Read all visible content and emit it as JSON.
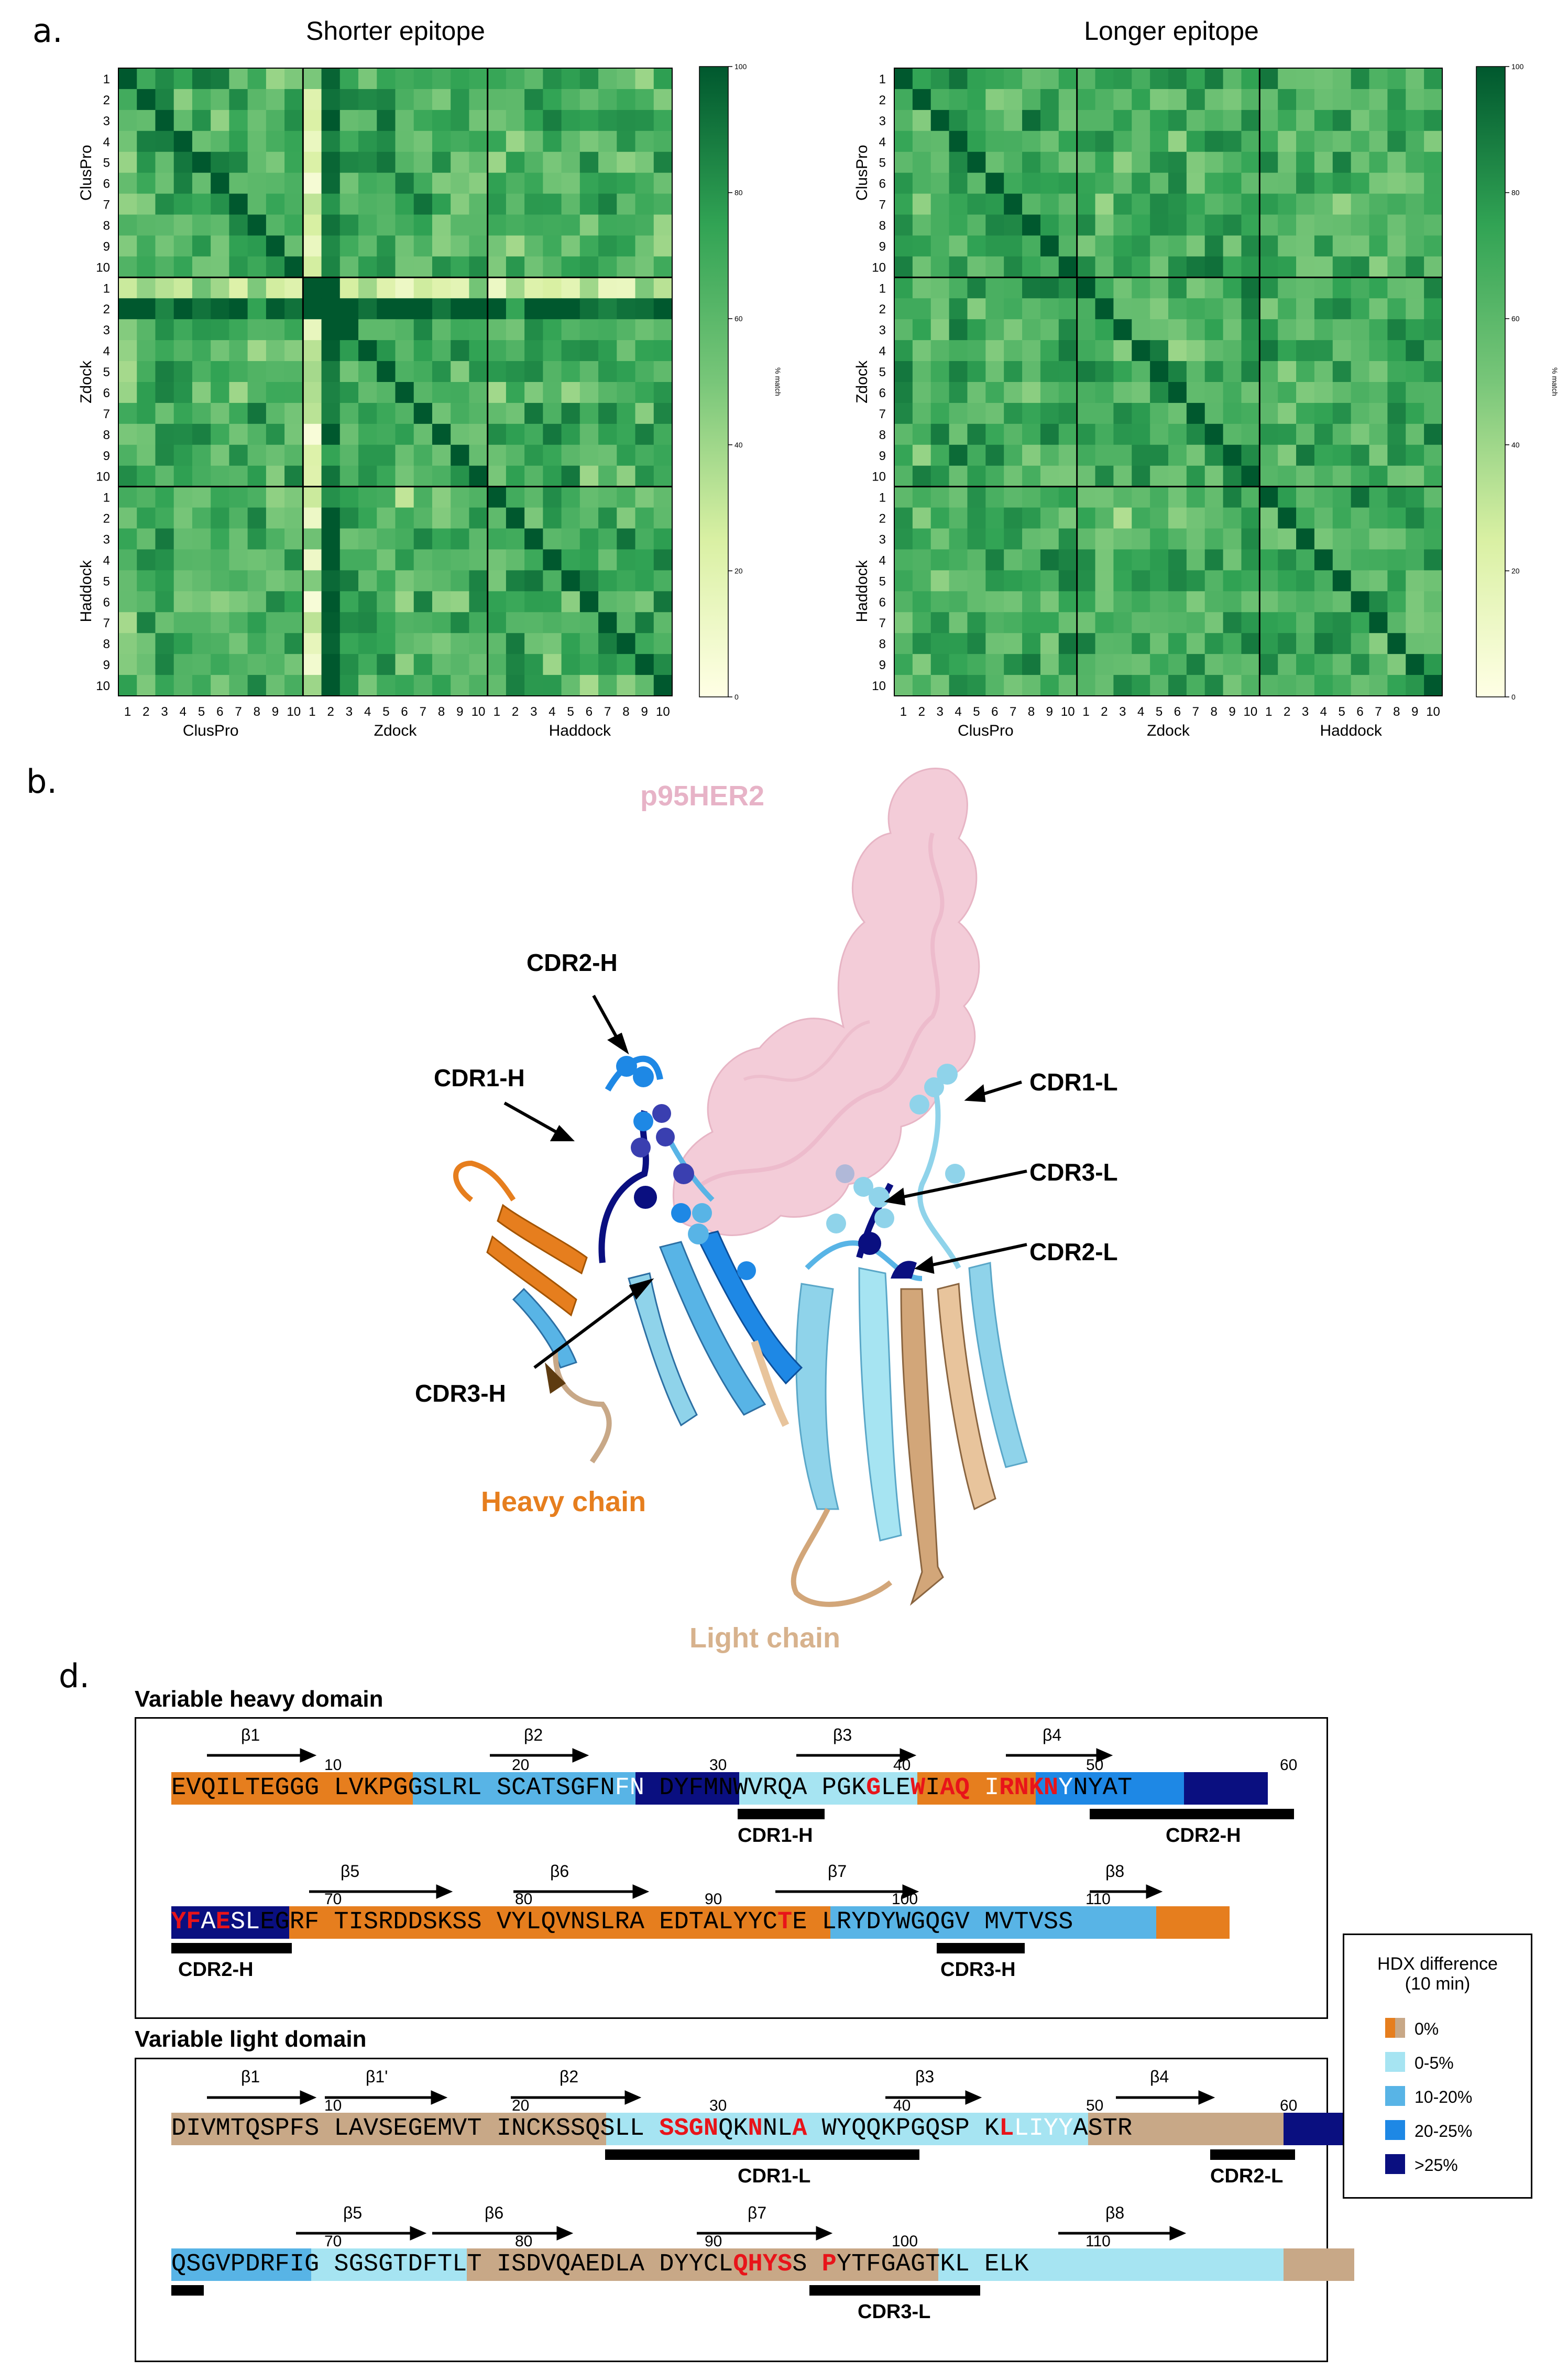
{
  "panel_a": {
    "label": "a.",
    "chart_data": [
      {
        "type": "heatmap",
        "title": "Shorter epitope",
        "row_groups": [
          "ClusPro",
          "Zdock",
          "Haddock"
        ],
        "col_groups": [
          "ClusPro",
          "Zdock",
          "Haddock"
        ],
        "ticks": [
          "1",
          "2",
          "3",
          "4",
          "5",
          "6",
          "7",
          "8",
          "9",
          "10"
        ],
        "colorbar": {
          "min": 0,
          "max": 100,
          "ticks": [
            "0",
            "20",
            "40",
            "60",
            "80",
            "100"
          ],
          "label": "% match"
        },
        "cmap": [
          "#ffffe5",
          "#c2e699",
          "#78c679",
          "#31a354",
          "#006837"
        ]
      },
      {
        "type": "heatmap",
        "title": "Longer epitope",
        "row_groups": [
          "ClusPro",
          "Zdock",
          "Haddock"
        ],
        "col_groups": [
          "ClusPro",
          "Zdock",
          "Haddock"
        ],
        "ticks": [
          "1",
          "2",
          "3",
          "4",
          "5",
          "6",
          "7",
          "8",
          "9",
          "10"
        ],
        "colorbar": {
          "min": 0,
          "max": 100,
          "ticks": [
            "0",
            "20",
            "40",
            "60",
            "80",
            "100"
          ],
          "label": "% match"
        },
        "cmap": [
          "#ffffe5",
          "#c2e699",
          "#78c679",
          "#31a354",
          "#006837"
        ]
      }
    ]
  },
  "panel_b": {
    "label": "b.",
    "antigen": "p95HER2",
    "heavy_chain": "Heavy chain",
    "light_chain": "Light chain",
    "cdrs": [
      "CDR2-H",
      "CDR1-H",
      "CDR3-H",
      "CDR1-L",
      "CDR3-L",
      "CDR2-L"
    ]
  },
  "panel_d": {
    "label": "d.",
    "legend": {
      "title_1": "HDX difference",
      "title_2": "(10 min)",
      "items": [
        {
          "label": "0%",
          "colors": [
            "#e67e1e",
            "#c8a887"
          ]
        },
        {
          "label": "0-5%",
          "colors": [
            "#a6e4f2"
          ]
        },
        {
          "label": "10-20%",
          "colors": [
            "#58b4e6"
          ]
        },
        {
          "label": "20-25%",
          "colors": [
            "#1e88e5"
          ]
        },
        {
          "label": ">25%",
          "colors": [
            "#0a0f80"
          ]
        }
      ]
    },
    "heavy": {
      "title": "Variable heavy domain",
      "row1": {
        "seq": "EVQILTEGGG LVKPGGSLRL SCATSGFNFN DYFMNWVRQA PGKGLEWIAQ IRNKNYNYAT",
        "betas": [
          "β1",
          "β2",
          "β3",
          "β4"
        ],
        "numbers": [
          "10",
          "20",
          "30",
          "40",
          "50",
          "60"
        ],
        "cdrs": [
          "CDR1-H",
          "CDR2-H"
        ]
      },
      "row2": {
        "seq": "YFAESLEGRF TISRDDSKSS VYLQVNSLRA EDTALYYCTE LRYDYWGQGV MVTVSS",
        "betas": [
          "β5",
          "β6",
          "β7",
          "β8"
        ],
        "numbers": [
          "70",
          "80",
          "90",
          "100",
          "110"
        ],
        "cdrs": [
          "CDR2-H",
          "CDR3-H"
        ]
      }
    },
    "light": {
      "title": "Variable light domain",
      "row1": {
        "seq": "DIVMTQSPFS LAVSEGEMVT INCKSSQSLL SSGNQKNNLA WYQQKPGQSP KLLIYYASTR",
        "betas": [
          "β1",
          "β1'",
          "β2",
          "β3",
          "β4"
        ],
        "numbers": [
          "10",
          "20",
          "30",
          "40",
          "50",
          "60"
        ],
        "cdrs": [
          "CDR1-L",
          "CDR2-L"
        ]
      },
      "row2": {
        "seq": "QSGVPDRFIG SGSGTDFTLT ISDVQAEDLA DYYCLQHYSS PYTFGAGTKL ELK",
        "betas": [
          "β5",
          "β6",
          "β7",
          "β8"
        ],
        "numbers": [
          "70",
          "80",
          "90",
          "100",
          "110"
        ],
        "cdrs": [
          "CDR3-L"
        ]
      }
    }
  }
}
